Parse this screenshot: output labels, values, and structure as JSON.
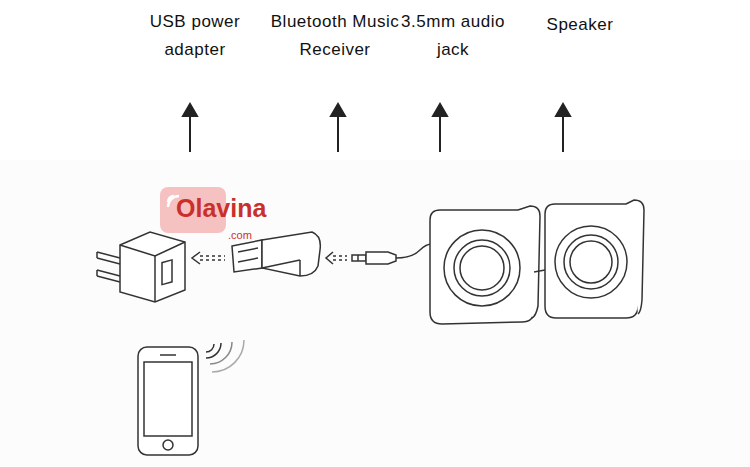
{
  "diagram": {
    "labels": [
      "USB power adapter",
      "Bluetooth Music Receiver",
      "3.5mm audio jack",
      "Speaker",
      "Olavina",
      ".com"
    ]
  }
}
